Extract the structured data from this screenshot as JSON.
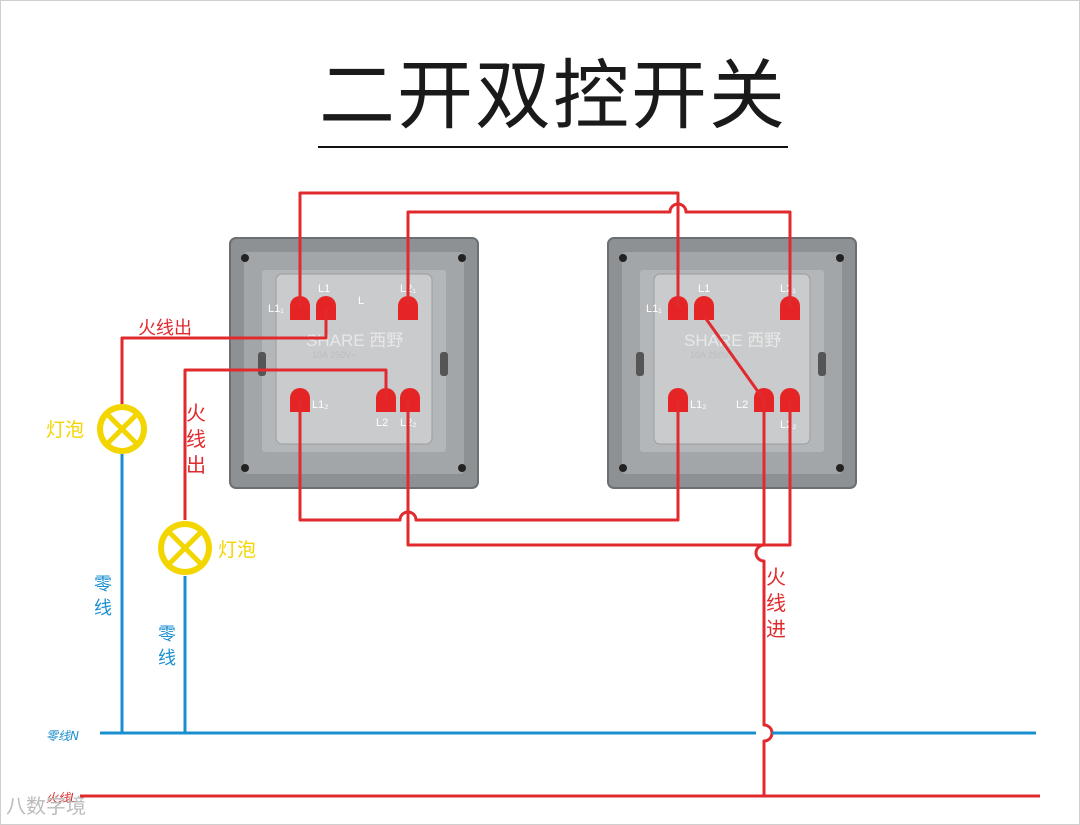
{
  "title": "二开双控开关",
  "switches": [
    {
      "brand": "SHARE 西野",
      "rating": "10A 250V~",
      "terminals": {
        "L11": "L1₁",
        "L1": "L1",
        "L21": "L2₁",
        "L12": "L1₂",
        "L2": "L2",
        "L22": "L2₂",
        "L": "L"
      }
    },
    {
      "brand": "SHARE 西野",
      "rating": "10A 250V~",
      "terminals": {
        "L11": "L1₁",
        "L1": "L1",
        "L21": "L2₁",
        "L12": "L1₂",
        "L2": "L2",
        "L22": "L2₂"
      }
    }
  ],
  "labels": {
    "live_out_1": "火线出",
    "live_out_2": "火线出",
    "live_in": "火线进",
    "bulb_1": "灯泡",
    "bulb_2": "灯泡",
    "neutral_1": "零线",
    "neutral_2": "零线",
    "neutral_bus": "零线N",
    "live_bus": "火线L"
  },
  "watermark": "八数字境",
  "colors": {
    "live": "#e12a2d",
    "neutral": "#1a8fd0",
    "bulb": "#f3d500",
    "panel": "#8e9193"
  }
}
